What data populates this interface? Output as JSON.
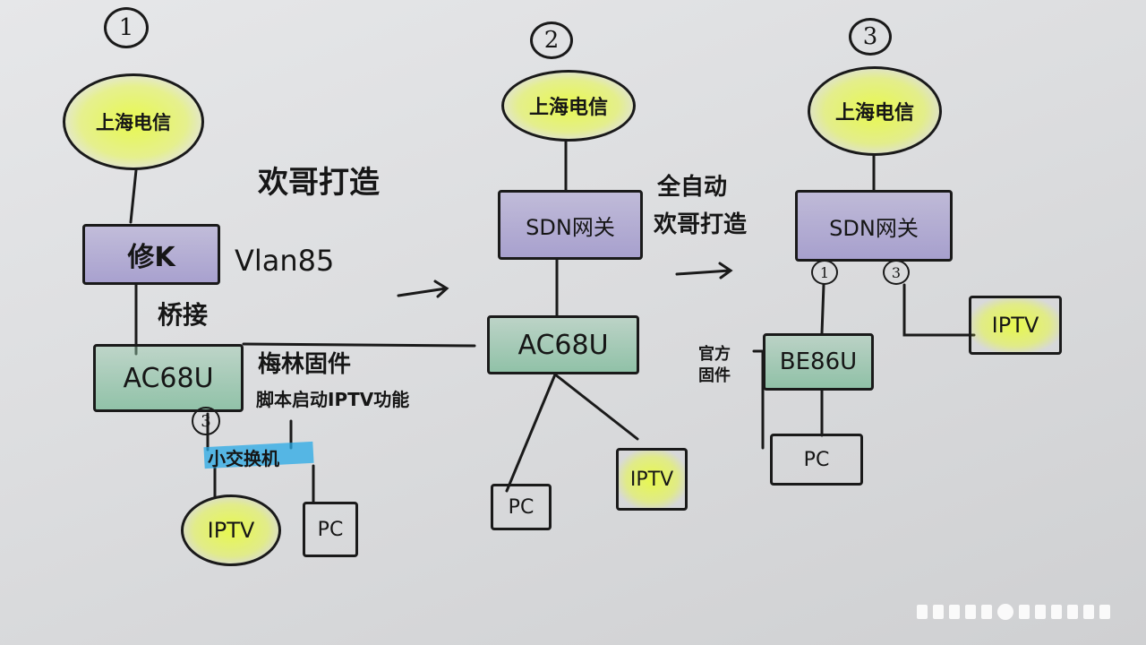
{
  "diagram": {
    "section_numbers": [
      "1",
      "2",
      "3"
    ],
    "stage1": {
      "isp": "上海电信",
      "bridge_device": "修K",
      "vlan_label": "Vlan85",
      "bridge_label": "桥接",
      "router": "AC68U",
      "router_note_line1": "梅林固件",
      "router_note_line2": "脚本启动IPTV功能",
      "port_number": "3",
      "unmanaged_switch": "小交换机",
      "iptv": "IPTV",
      "pc": "PC"
    },
    "stage2": {
      "isp": "上海电信",
      "gateway": "SDN网关",
      "router": "AC68U",
      "pc": "PC",
      "iptv": "IPTV"
    },
    "between_2_3_note_line1": "全自动",
    "between_2_3_note_line2": "欢哥打造",
    "top_note": "欢哥打造",
    "stage3": {
      "isp": "上海电信",
      "gateway": "SDN网关",
      "port1": "1",
      "port3": "3",
      "iptv": "IPTV",
      "router_side_label": "官方固件",
      "router": "BE86U",
      "pc": "PC"
    }
  }
}
